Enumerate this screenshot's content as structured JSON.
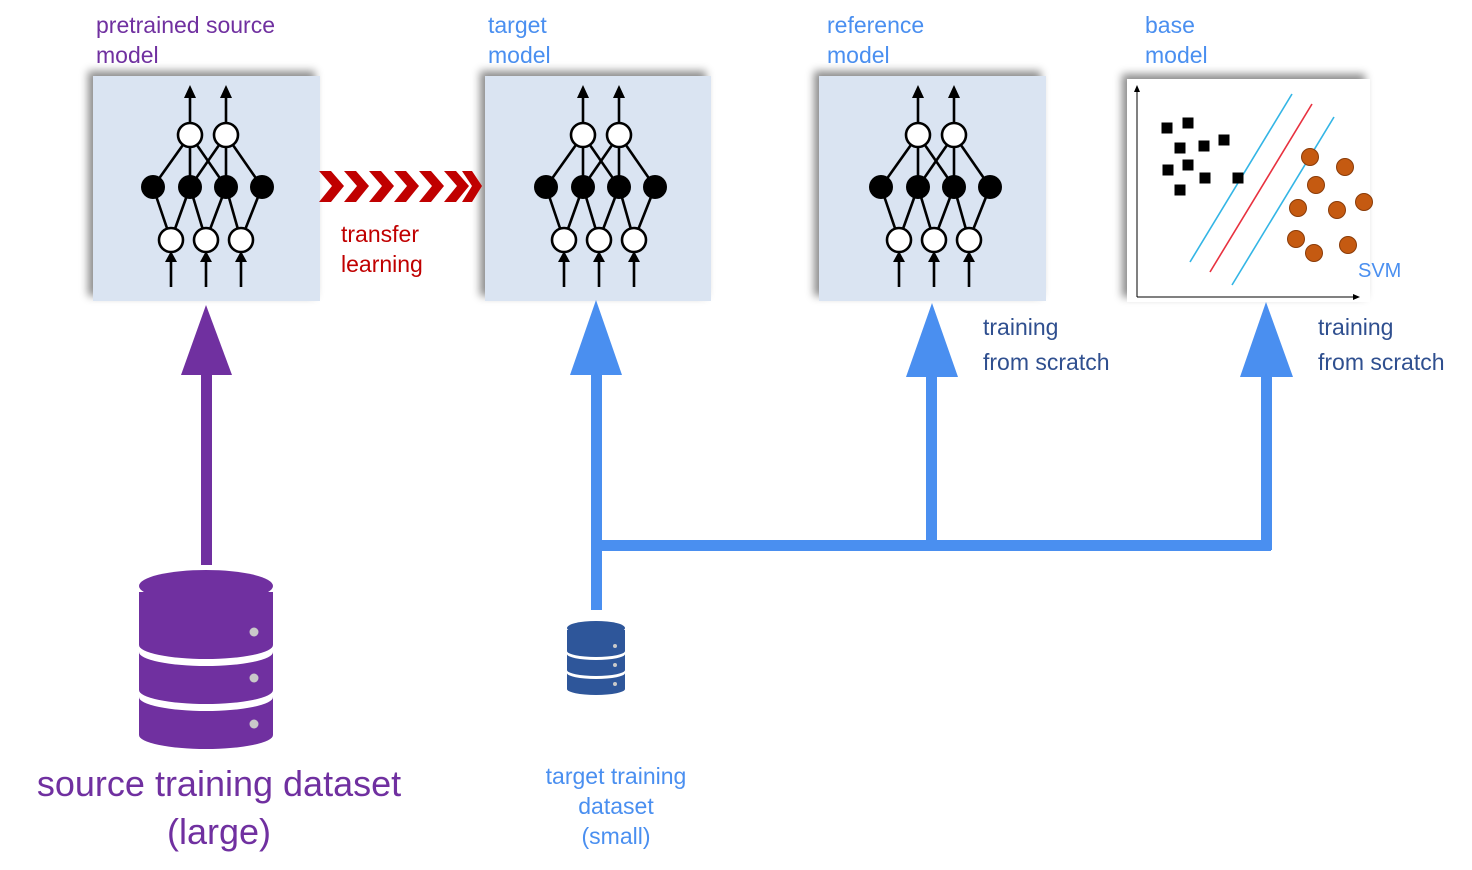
{
  "source_model": {
    "label_line1": "pretrained source",
    "label_line2": "model"
  },
  "target_model": {
    "label_line1": "target",
    "label_line2": "model"
  },
  "reference_model": {
    "label_line1": "reference",
    "label_line2": "model"
  },
  "base_model": {
    "label_line1": "base",
    "label_line2": "model",
    "plot_label": "SVM"
  },
  "transfer": {
    "line1": "transfer",
    "line2": "learning"
  },
  "reference_training": {
    "line1": "training",
    "line2": "from scratch"
  },
  "base_training": {
    "line1": "training",
    "line2": "from scratch"
  },
  "source_dataset": {
    "line1": "source training dataset",
    "line2": "(large)"
  },
  "target_dataset": {
    "line1": "target training",
    "line2": "dataset",
    "line3": "(small)"
  },
  "colors": {
    "purple": "#7030a0",
    "blue": "#4a8ff0",
    "navy": "#2f4f8f",
    "red": "#c00000",
    "box_fill": "#dae4f2",
    "db_navy": "#2e569a",
    "db_purple": "#7030a0",
    "svm_orange": "#c55a11",
    "svm_margin": "#33b5e5",
    "svm_boundary": "#e8313f"
  },
  "icons": {
    "source_db": "database-icon",
    "target_db": "database-icon",
    "nn": "neural-network-icon",
    "transfer": "chevron-arrows-icon"
  }
}
